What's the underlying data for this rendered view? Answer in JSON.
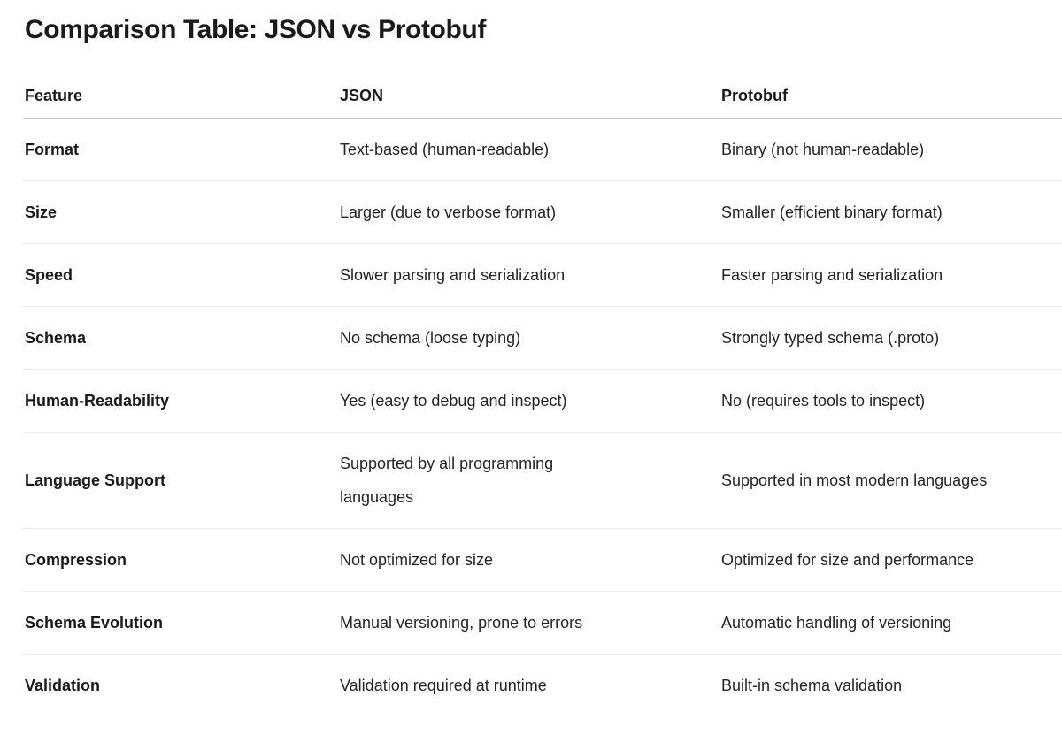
{
  "page": {
    "title": "Comparison Table: JSON vs Protobuf"
  },
  "colors": {
    "background": "#ffffff",
    "heading": "#1a1a1a",
    "text": "#242424",
    "divider_header": "#c6c6c6",
    "divider_row": "#ececec"
  },
  "table": {
    "columns": [
      "Feature",
      "JSON",
      "Protobuf"
    ],
    "rows": [
      {
        "feature": "Format",
        "json": "Text-based (human-readable)",
        "protobuf": "Binary (not human-readable)"
      },
      {
        "feature": "Size",
        "json": "Larger (due to verbose format)",
        "protobuf": "Smaller (efficient binary format)"
      },
      {
        "feature": "Speed",
        "json": "Slower parsing and serialization",
        "protobuf": "Faster parsing and serialization"
      },
      {
        "feature": "Schema",
        "json": "No schema (loose typing)",
        "protobuf": "Strongly typed schema (.proto)"
      },
      {
        "feature": "Human-Readability",
        "json": "Yes (easy to debug and inspect)",
        "protobuf": "No (requires tools to inspect)"
      },
      {
        "feature": "Language Support",
        "json": "Supported by all programming\nlanguages",
        "protobuf": "Supported in most modern languages"
      },
      {
        "feature": "Compression",
        "json": "Not optimized for size",
        "protobuf": "Optimized for size and performance"
      },
      {
        "feature": "Schema Evolution",
        "json": "Manual versioning, prone to errors",
        "protobuf": "Automatic handling of versioning"
      },
      {
        "feature": "Validation",
        "json": "Validation required at runtime",
        "protobuf": "Built-in schema validation"
      }
    ]
  }
}
